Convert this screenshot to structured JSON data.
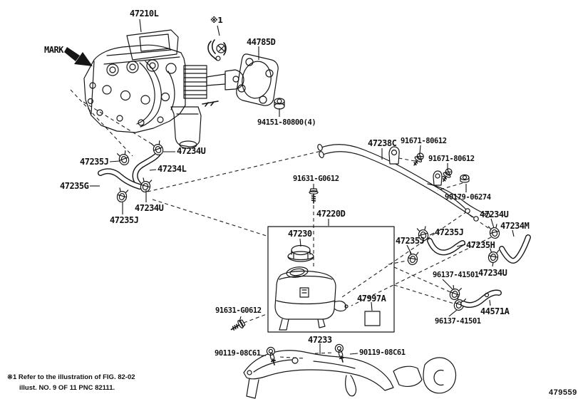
{
  "page": {
    "doc_number": "479559",
    "footnote": {
      "line1": "※1 Refer to the illustration of FIG. 82-02",
      "line2": "illust. NO. 9 OF 11 PNC 82111."
    },
    "mark_label": "MARK",
    "ref_mark": "※1",
    "colors": {
      "line": "#161616",
      "background": "#ffffff"
    }
  },
  "labels": [
    {
      "id": "brake-actuator",
      "text": "47210L"
    },
    {
      "id": "ref-1",
      "text": "※1"
    },
    {
      "id": "mark",
      "text": "MARK"
    },
    {
      "id": "gasket",
      "text": "44785D"
    },
    {
      "id": "nut-4x",
      "text": "94151-80800(4)"
    },
    {
      "id": "clamp-a",
      "text": "47234U"
    },
    {
      "id": "clamp-b",
      "text": "47235J"
    },
    {
      "id": "hose-l",
      "text": "47234L"
    },
    {
      "id": "hose-g",
      "text": "47235G"
    },
    {
      "id": "clamp-c",
      "text": "47234U"
    },
    {
      "id": "clamp-d",
      "text": "47235J"
    },
    {
      "id": "bolt-g0612-a",
      "text": "91631-G0612"
    },
    {
      "id": "tube-assy",
      "text": "47238C"
    },
    {
      "id": "bolt-80612-a",
      "text": "91671-80612"
    },
    {
      "id": "bolt-80612-b",
      "text": "91671-80612"
    },
    {
      "id": "nut-06274",
      "text": "90179-06274"
    },
    {
      "id": "reservoir-assy",
      "text": "47220D"
    },
    {
      "id": "reservoir-cap",
      "text": "47230"
    },
    {
      "id": "clamp-e",
      "text": "47234U"
    },
    {
      "id": "hose-m",
      "text": "47234M"
    },
    {
      "id": "clamp-f",
      "text": "47235J"
    },
    {
      "id": "clamp-g",
      "text": "47235J"
    },
    {
      "id": "hose-h",
      "text": "47235H"
    },
    {
      "id": "clip-41501-a",
      "text": "96137-41501"
    },
    {
      "id": "clamp-h",
      "text": "47234U"
    },
    {
      "id": "caution-label",
      "text": "47997A"
    },
    {
      "id": "clip-41501-b",
      "text": "96137-41501"
    },
    {
      "id": "hose-a",
      "text": "44571A"
    },
    {
      "id": "bolt-g0612-b",
      "text": "91631-G0612"
    },
    {
      "id": "bracket",
      "text": "47233"
    },
    {
      "id": "bolt-08c61-a",
      "text": "90119-08C61"
    },
    {
      "id": "bolt-08c61-b",
      "text": "90119-08C61"
    }
  ]
}
